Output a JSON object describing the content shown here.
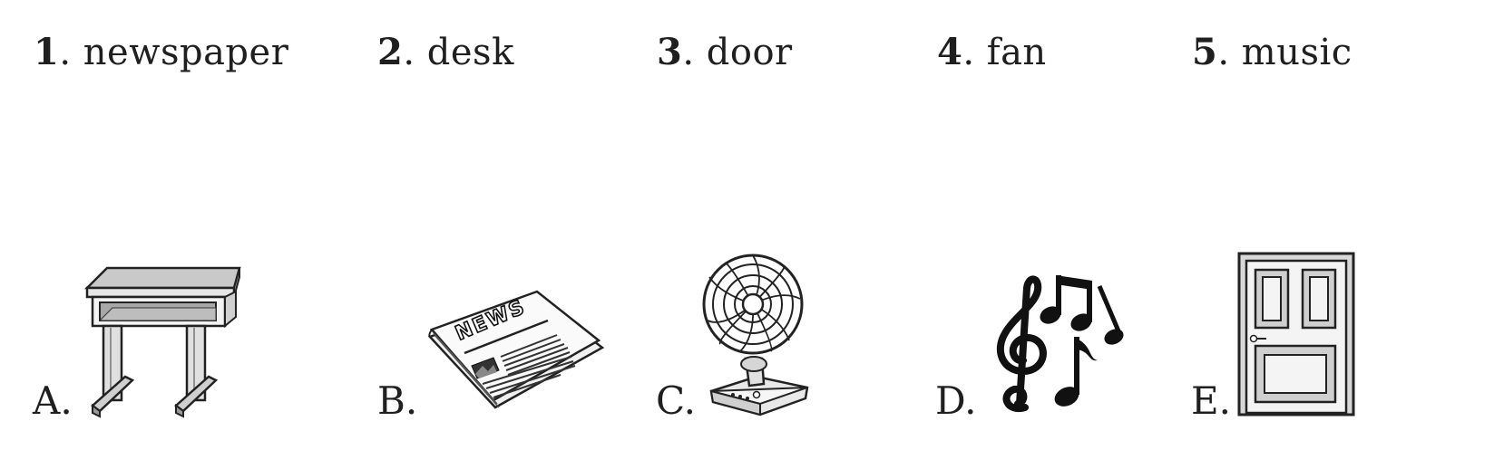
{
  "words": [
    {
      "number": "1",
      "text": "newspaper"
    },
    {
      "number": "2",
      "text": "desk"
    },
    {
      "number": "3",
      "text": "door"
    },
    {
      "number": "4",
      "text": "fan"
    },
    {
      "number": "5",
      "text": "music"
    }
  ],
  "pictures": [
    {
      "label": "A.",
      "icon": "desk-icon"
    },
    {
      "label": "B.",
      "icon": "newspaper-icon"
    },
    {
      "label": "C.",
      "icon": "fan-icon"
    },
    {
      "label": "D.",
      "icon": "music-notes-icon"
    },
    {
      "label": "E.",
      "icon": "door-icon"
    }
  ],
  "newspaper_masthead": "NEWS"
}
